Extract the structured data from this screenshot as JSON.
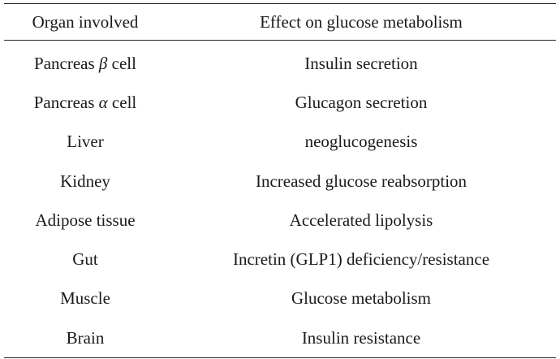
{
  "table": {
    "headers": [
      "Organ involved",
      "Effect on glucose metabolism"
    ],
    "rows": [
      {
        "organ": "Pancreas ",
        "greek": "β",
        "suffix": " cell",
        "effect": "Insulin secretion"
      },
      {
        "organ": "Pancreas ",
        "greek": "α",
        "suffix": " cell",
        "effect": "Glucagon secretion"
      },
      {
        "organ": "Liver",
        "effect": "neoglucogenesis"
      },
      {
        "organ": "Kidney",
        "effect": "Increased glucose reabsorption"
      },
      {
        "organ": "Adipose tissue",
        "effect": "Accelerated lipolysis"
      },
      {
        "organ": "Gut",
        "effect": "Incretin (GLP1) deficiency/resistance"
      },
      {
        "organ": "Muscle",
        "effect": "Glucose metabolism"
      },
      {
        "organ": "Brain",
        "effect": "Insulin resistance"
      }
    ]
  }
}
